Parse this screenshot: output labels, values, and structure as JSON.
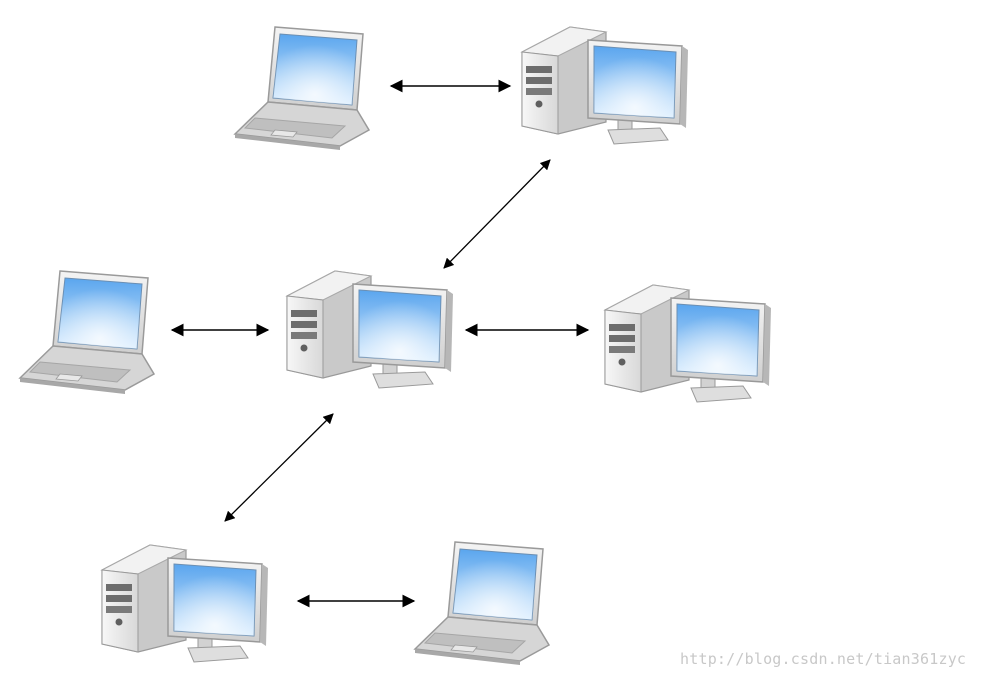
{
  "diagram": {
    "nodes": [
      {
        "id": "laptop-top",
        "kind": "laptop"
      },
      {
        "id": "desktop-top",
        "kind": "desktop"
      },
      {
        "id": "laptop-left",
        "kind": "laptop"
      },
      {
        "id": "desktop-center",
        "kind": "desktop"
      },
      {
        "id": "desktop-right",
        "kind": "desktop"
      },
      {
        "id": "desktop-bottom",
        "kind": "desktop"
      },
      {
        "id": "laptop-bottom",
        "kind": "laptop"
      }
    ],
    "edges": [
      {
        "from": "laptop-top",
        "to": "desktop-top",
        "bidirectional": true
      },
      {
        "from": "desktop-top",
        "to": "desktop-center",
        "bidirectional": true
      },
      {
        "from": "laptop-left",
        "to": "desktop-center",
        "bidirectional": true
      },
      {
        "from": "desktop-center",
        "to": "desktop-right",
        "bidirectional": true
      },
      {
        "from": "desktop-center",
        "to": "desktop-bottom",
        "bidirectional": true
      },
      {
        "from": "desktop-bottom",
        "to": "laptop-bottom",
        "bidirectional": true
      }
    ],
    "colors": {
      "screen": "#8fc3f5",
      "screen_glow": "#d6ecff",
      "case": "#ececec",
      "case_shadow": "#c9c9c9",
      "arrow": "#000000"
    }
  },
  "watermark": "http://blog.csdn.net/tian361zyc"
}
